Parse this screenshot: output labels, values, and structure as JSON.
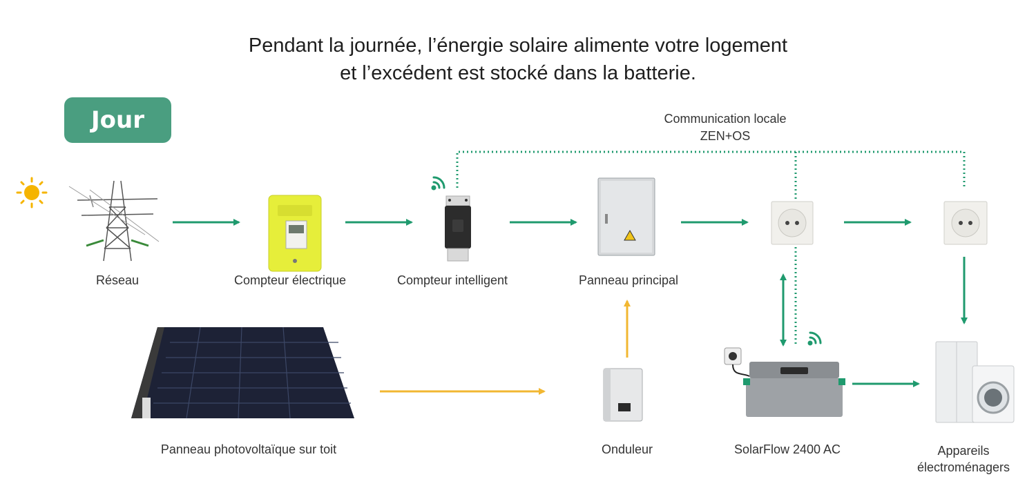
{
  "heading": {
    "line1": "Pendant la journée, l’énergie solaire alimente votre logement",
    "line2": "et l’excédent est stocké dans la batterie."
  },
  "badge": "Jour",
  "communication": {
    "line1": "Communication locale",
    "line2": "ZEN+OS"
  },
  "nodes": {
    "grid": "Réseau",
    "meter": "Compteur électrique",
    "smart_meter": "Compteur intelligent",
    "main_panel": "Panneau principal",
    "pv": "Panneau photovoltaïque sur toit",
    "inverter": "Onduleur",
    "solarflow": "SolarFlow 2400 AC",
    "appliances_line1": "Appareils",
    "appliances_line2": "électroménagers"
  },
  "colors": {
    "green_flow": "#1f9a6e",
    "yellow_flow": "#f2b731",
    "badge": "#4a9e80",
    "meter_yellow": "#e6ee3a"
  }
}
